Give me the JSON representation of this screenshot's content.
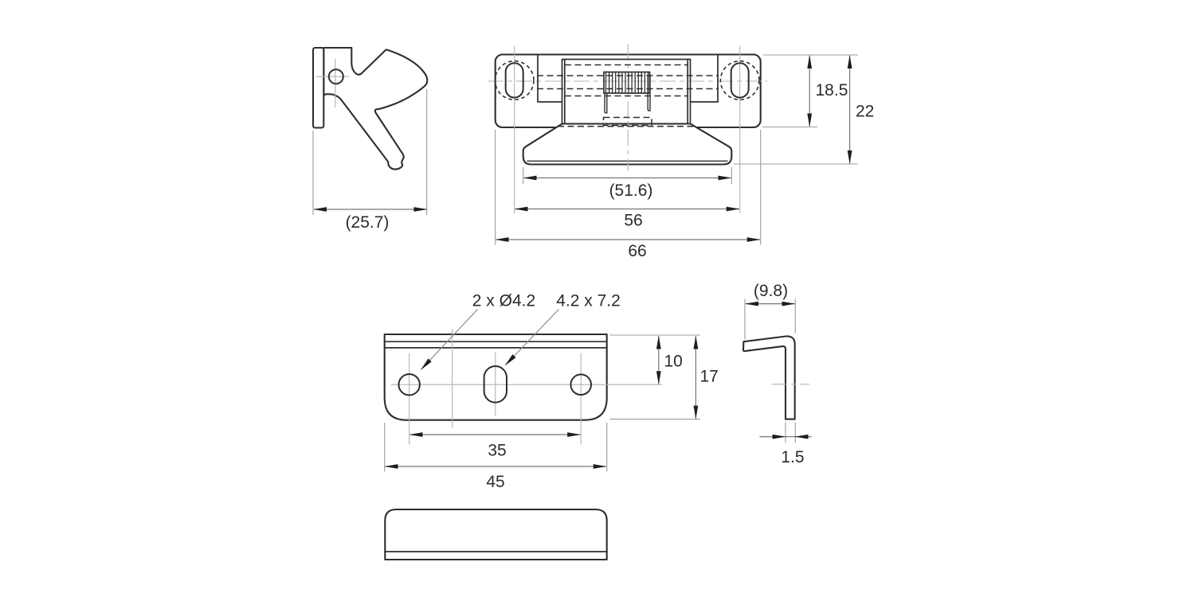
{
  "drawing": {
    "title": "latch-catch-technical-drawing",
    "background_color": "#ffffff",
    "line_color": "#2e2e2e",
    "views": {
      "hook_side": {
        "dims": {
          "width": "(25.7)"
        }
      },
      "latch_top": {
        "dims": {
          "body_depth": "18.5",
          "overall_depth": "22",
          "base_width": "(51.6)",
          "slot_spacing": "56",
          "overall_width": "66"
        }
      },
      "plate_top": {
        "callouts": {
          "holes": "2 x Ø4.2",
          "slot": "4.2 x 7.2"
        },
        "dims": {
          "hole_offset": "10",
          "plate_depth": "17",
          "hole_spacing": "35",
          "plate_width": "45"
        }
      },
      "plate_side": {
        "dims": {
          "flange_depth": "(9.8)",
          "thickness": "1.5"
        }
      }
    }
  }
}
